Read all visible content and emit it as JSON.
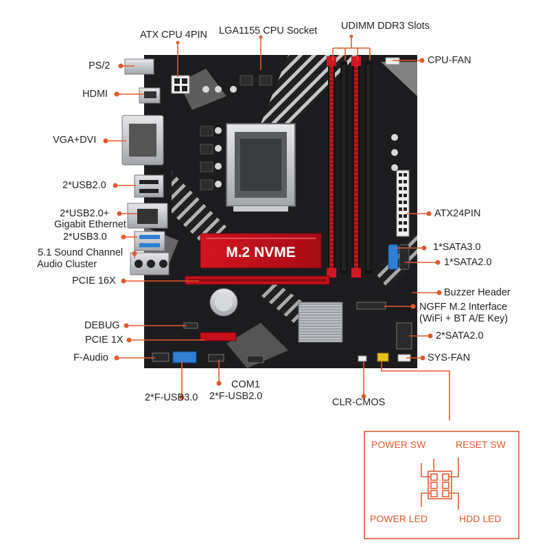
{
  "labels": {
    "atx_cpu_4pin": "ATX CPU 4PIN",
    "lga1155": "LGA1155 CPU Socket",
    "udimm": "UDIMM DDR3 Slots",
    "ps2": "PS/2",
    "cpu_fan": "CPU-FAN",
    "hdmi": "HDMI",
    "vga_dvi": "VGA+DVI",
    "usb20_rear": "2*USB2.0",
    "usb20_gbe_1": "2*USB2.0+",
    "usb20_gbe_2": "Gigabit Ethernet",
    "atx24pin": "ATX24PIN",
    "usb30_rear": "2*USB3.0",
    "sata30": "1*SATA3.0",
    "audio_1": "5.1 Sound Channel",
    "audio_2": "Audio Cluster",
    "sata20_single": "1*SATA2.0",
    "pcie16": "PCIE 16X",
    "buzzer": "Buzzer Header",
    "ngff_1": "NGFF M.2 Interface",
    "ngff_2": "(WiFi + BT A/E Key)",
    "debug": "DEBUG",
    "pcie1": "PCIE 1X",
    "sata20_double": "2*SATA2.0",
    "faudio": "F-Audio",
    "sys_fan": "SYS-FAN",
    "com1": "COM1",
    "f_usb30": "2*F-USB3.0",
    "f_usb20": "2*F-USB2.0",
    "clr_cmos": "CLR-CMOS"
  },
  "board": {
    "m2_title": "M.2 NVME"
  },
  "front_panel": {
    "power_sw": "POWER SW",
    "reset_sw": "RESET SW",
    "power_led": "POWER LED",
    "hdd_led": "HDD  LED"
  },
  "colors": {
    "accent": "#e2592a",
    "board": "#1c1c1e",
    "slot_red": "#c8101c",
    "usb3_blue": "#2f7fd6"
  }
}
